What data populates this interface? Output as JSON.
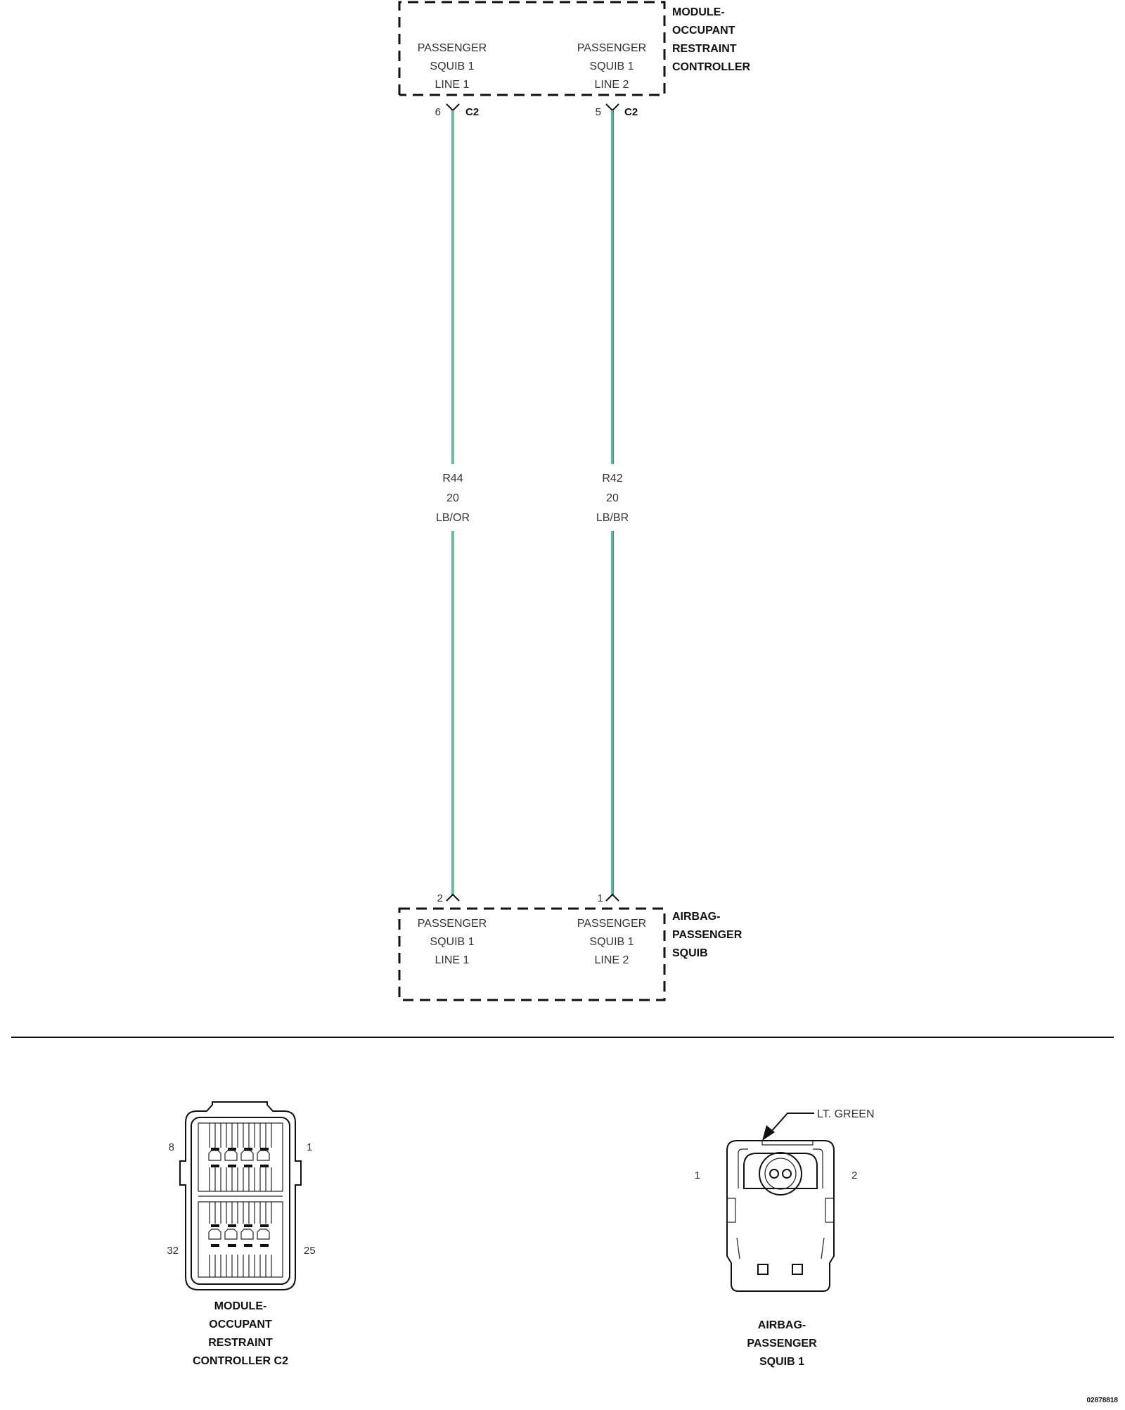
{
  "module": {
    "title_lines": [
      "MODULE-",
      "OCCUPANT",
      "RESTRAINT",
      "CONTROLLER"
    ],
    "circuit_left": [
      "PASSENGER",
      "SQUIB 1",
      "LINE 1"
    ],
    "circuit_right": [
      "PASSENGER",
      "SQUIB 1",
      "LINE 2"
    ]
  },
  "airbag": {
    "title_lines": [
      "AIRBAG-",
      "PASSENGER",
      "SQUIB"
    ],
    "circuit_left": [
      "PASSENGER",
      "SQUIB 1",
      "LINE 1"
    ],
    "circuit_right": [
      "PASSENGER",
      "SQUIB 1",
      "LINE 2"
    ]
  },
  "wires": [
    {
      "top_pin": "6",
      "top_connector": "C2",
      "bottom_pin": "2",
      "circuit": "R44",
      "gauge": "20",
      "color_code": "LB/OR",
      "colors": [
        "#3cc7c0",
        "#e0a24a"
      ]
    },
    {
      "top_pin": "5",
      "top_connector": "C2",
      "bottom_pin": "1",
      "circuit": "R42",
      "gauge": "20",
      "color_code": "LB/BR",
      "colors": [
        "#3cc7c0",
        "#9a6a3a"
      ]
    }
  ],
  "connector_views": {
    "controller": {
      "pins": {
        "top_left": "8",
        "top_right": "1",
        "bottom_left": "32",
        "bottom_right": "25"
      },
      "title_lines": [
        "MODULE-",
        "OCCUPANT",
        "RESTRAINT",
        "CONTROLLER C2"
      ]
    },
    "squib": {
      "pins": {
        "left": "1",
        "right": "2"
      },
      "callout": "LT. GREEN",
      "title_lines": [
        "AIRBAG-",
        "PASSENGER",
        "SQUIB 1"
      ]
    }
  },
  "document_number": "02878818"
}
